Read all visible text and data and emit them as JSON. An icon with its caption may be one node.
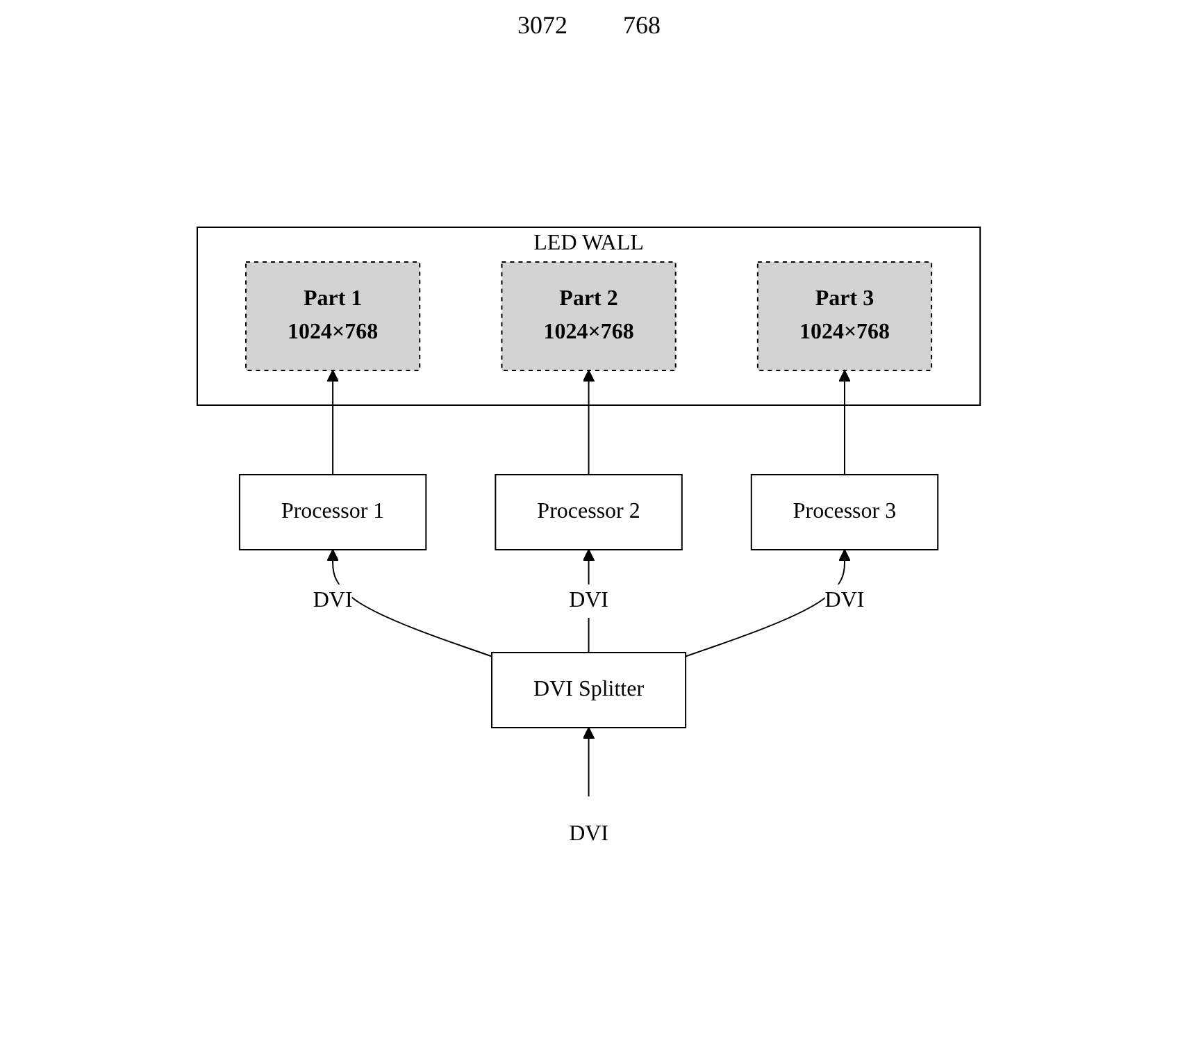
{
  "diagram": {
    "nodes": [
      {
        "text": [
          "LED WALL"
        ]
      },
      {
        "text": [
          "Part 1",
          "1024×768"
        ],
        "in": 0
      },
      {
        "text": [
          "Part 2",
          "1024×768"
        ],
        "in": 0
      },
      {
        "text": [
          "Part 3",
          "1024×768"
        ],
        "in": 0
      },
      {
        "text": [
          "Processor 1"
        ]
      },
      {
        "text": [
          "Processor 2"
        ]
      },
      {
        "text": [
          "Processor 3"
        ]
      },
      {
        "text": [
          "DVI Splitter"
        ]
      },
      {
        "text": [
          "DVI"
        ]
      }
    ],
    "edges": [
      {
        "from": 4,
        "to": 1,
        "arrow": "to"
      },
      {
        "from": 5,
        "to": 2,
        "arrow": "to"
      },
      {
        "from": 6,
        "to": 3,
        "arrow": "to"
      },
      {
        "from": 7,
        "to": 4,
        "arrow": "to",
        "label": "DVI"
      },
      {
        "from": 7,
        "to": 5,
        "arrow": "to",
        "label": "DVI"
      },
      {
        "from": 7,
        "to": 6,
        "arrow": "to",
        "label": "DVI"
      },
      {
        "from": 8,
        "to": 7,
        "arrow": "to"
      }
    ],
    "labels": [
      "3072",
      "768"
    ]
  }
}
